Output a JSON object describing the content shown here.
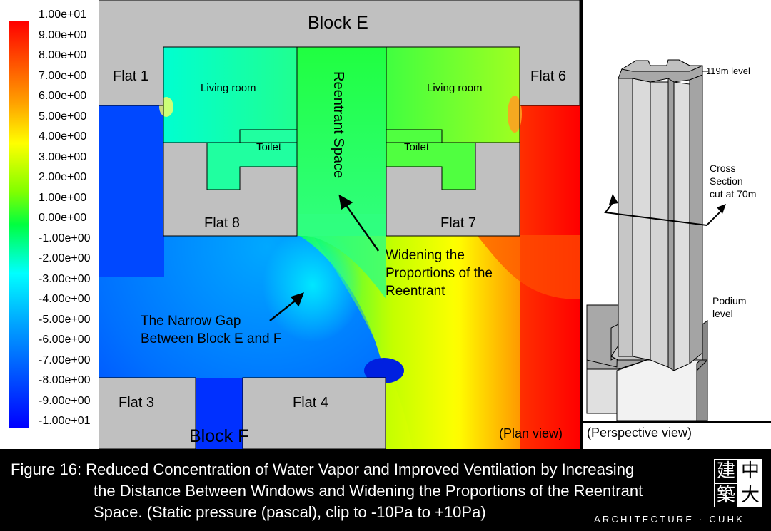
{
  "legend": {
    "ticks": [
      "1.00e+01",
      "9.00e+00",
      "8.00e+00",
      "7.00e+00",
      "6.00e+00",
      "5.00e+00",
      "4.00e+00",
      "3.00e+00",
      "2.00e+00",
      "1.00e+00",
      "0.00e+00",
      "-1.00e+00",
      "-2.00e+00",
      "-3.00e+00",
      "-4.00e+00",
      "-5.00e+00",
      "-6.00e+00",
      "-7.00e+00",
      "-8.00e+00",
      "-9.00e+00",
      "-1.00e+01"
    ],
    "top_color": "#ff0000",
    "bottom_color": "#0000ff"
  },
  "plan": {
    "block_e": "Block E",
    "block_f": "Block F",
    "flat_1": "Flat 1",
    "flat_3": "Flat 3",
    "flat_4": "Flat 4",
    "flat_6": "Flat 6",
    "flat_7": "Flat 7",
    "flat_8": "Flat 8",
    "living_room_left": "Living room",
    "living_room_right": "Living room",
    "toilet_left": "Toilet",
    "toilet_right": "Toilet",
    "reentrant": "Reentrant Space",
    "annotation_widen": [
      "Widening the",
      "Proportions of the",
      "Reentrant"
    ],
    "annotation_gap": [
      "The Narrow Gap",
      "Between Block E and F"
    ],
    "view_label": "(Plan view)"
  },
  "perspective": {
    "level_119": "119m level",
    "cross_section": [
      "Cross",
      "Section",
      "cut at 70m"
    ],
    "podium": [
      "Podium",
      "level"
    ],
    "view_label": "(Perspective view)"
  },
  "caption": {
    "line1": "Figure 16: Reduced Concentration of Water Vapor and Improved Ventilation by Increasing",
    "line2": "the Distance Between Windows and Widening the Proportions of the Reentrant",
    "line3": "Space. (Static pressure (pascal), clip to -10Pa to +10Pa)"
  },
  "logo": {
    "chars": [
      "建",
      "中",
      "築",
      "大"
    ],
    "text": "ARCHITECTURE · CUHK"
  }
}
